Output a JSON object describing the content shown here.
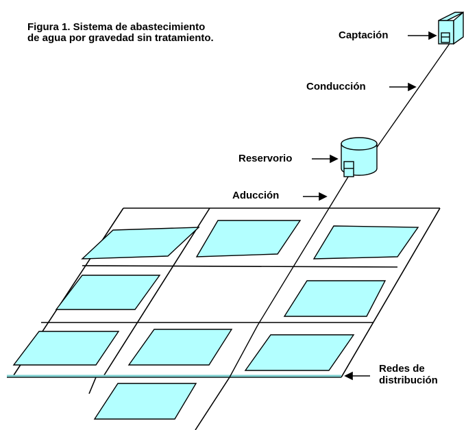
{
  "figure": {
    "title_line_1": "Figura 1. Sistema de abastecimiento",
    "title_line_2": "de agua por gravedad sin tratamiento."
  },
  "labels": {
    "captacion": "Captación",
    "conduccion": "Conducción",
    "reservorio": "Reservorio",
    "aduccion": "Aducción",
    "redes_line_1": "Redes de",
    "redes_line_2": "distribución"
  },
  "colors": {
    "water_fill": "#b3ffff",
    "line": "#000000",
    "accent_line": "#7fd0d0"
  }
}
